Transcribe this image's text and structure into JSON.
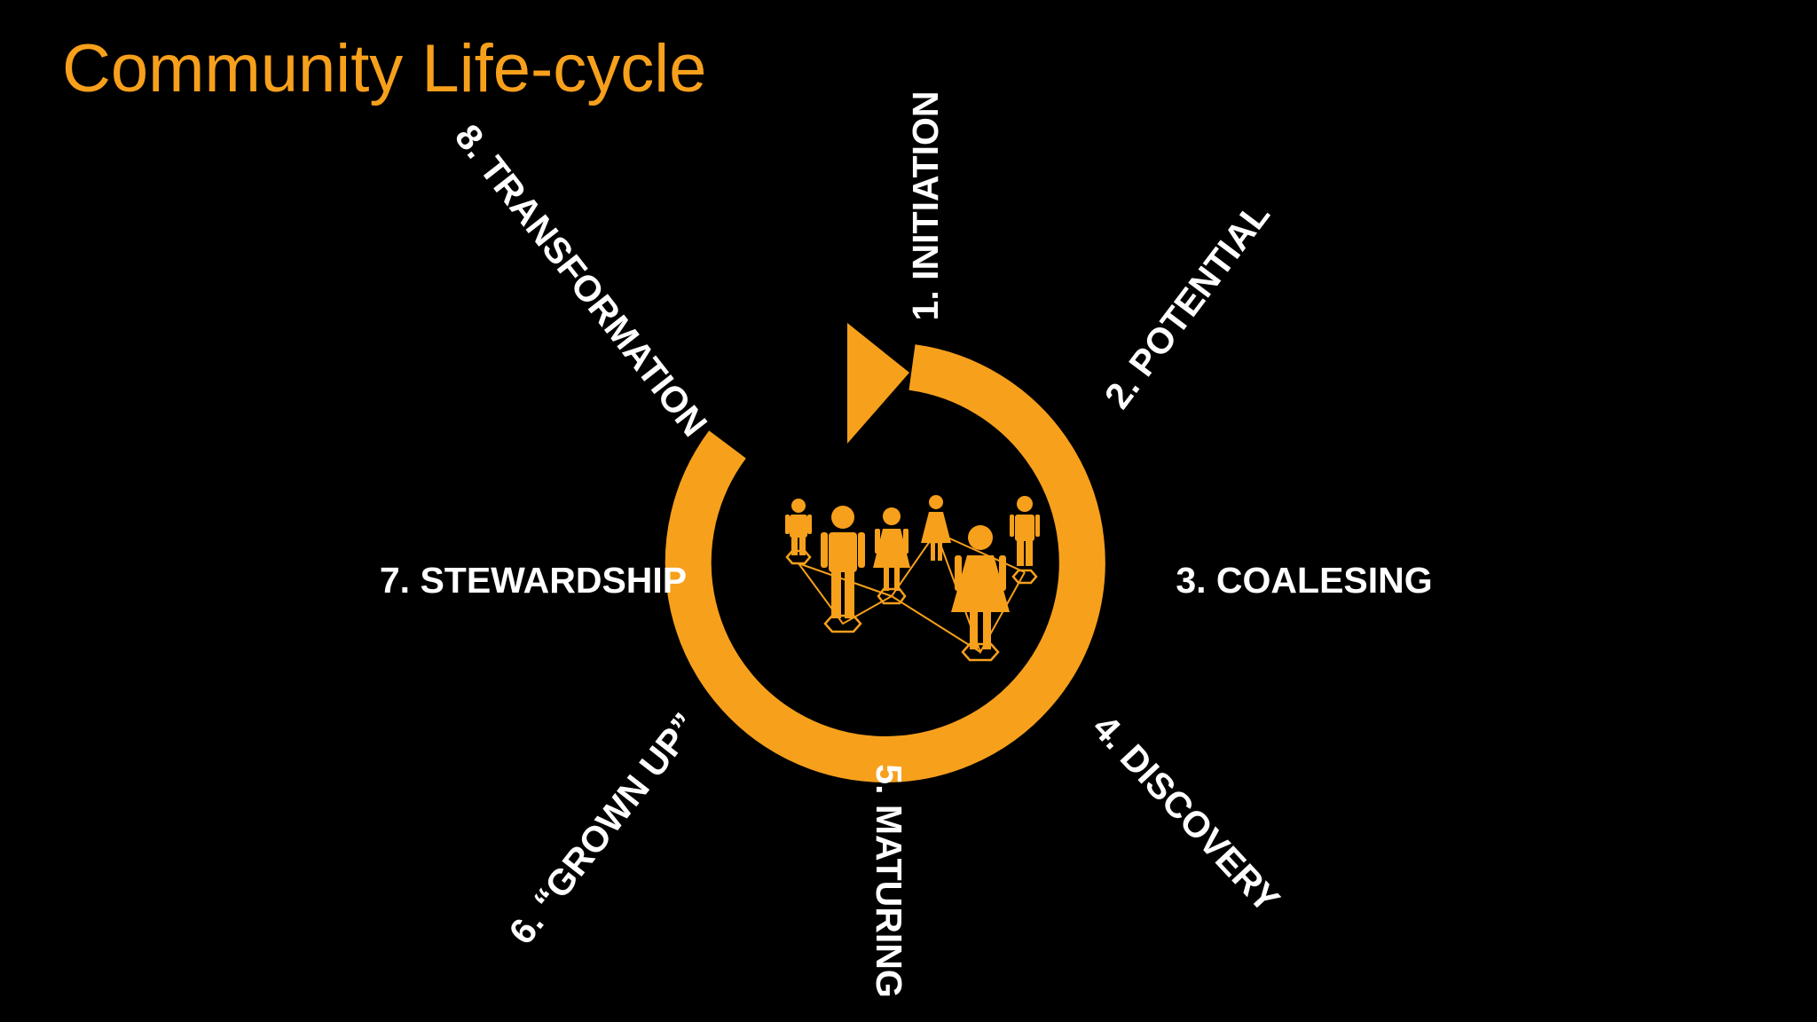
{
  "title": "Community Life-cycle",
  "stages": [
    "1. INITIATION",
    "2. POTENTIAL",
    "3. COALESING",
    "4. DISCOVERY",
    "5. MATURING",
    "6. “GROWN UP”",
    "7. STEWARDSHIP",
    "8. TRANSFORMATION"
  ],
  "colors": {
    "background": "#000000",
    "accent": "#F7A01C",
    "label": "#FFFFFF"
  },
  "icons": {
    "cycle": "circular-arrow-icon",
    "center": "people-network-icon"
  }
}
